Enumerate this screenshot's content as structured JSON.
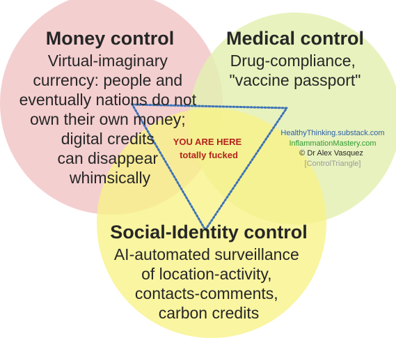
{
  "colors": {
    "money_circle": "#f2c4c6",
    "medical_circle": "#e3efb0",
    "social_circle": "#f7f287",
    "triangle": "#3e73b6",
    "here_text": "#b3221c",
    "blog_link": "#2c5fa8",
    "site_link": "#2e9a2e",
    "tag_text": "#9a9a9a"
  },
  "money": {
    "title": "Money control",
    "lines": [
      "Virtual-imaginary",
      "currency: people and",
      "eventually nations do not",
      "own their own money;",
      "digital credits",
      "can disappear",
      "whimsically"
    ]
  },
  "medical": {
    "title": "Medical control",
    "lines": [
      "Drug-compliance,",
      "\"vaccine passport\""
    ]
  },
  "social": {
    "title": "Social-Identity control",
    "lines": [
      "AI-automated surveillance",
      "of location-activity,",
      "contacts-comments,",
      "carbon credits"
    ]
  },
  "center": {
    "line1": "YOU ARE HERE",
    "line2": "totally fucked"
  },
  "credits": {
    "blog": "HealthyThinking.substack.com",
    "site": "InflammationMastery.com",
    "author": "© Dr Alex Vasquez",
    "tag": "[ControlTriangle]"
  }
}
